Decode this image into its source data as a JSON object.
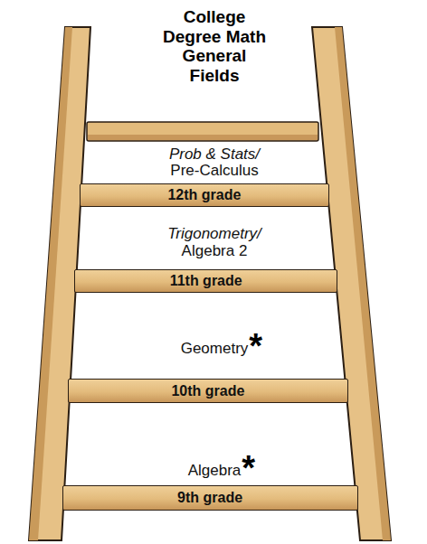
{
  "diagram": {
    "title": "College Degree Math General Fields",
    "nodes": [
      {
        "text": [
          "12th grade"
        ]
      },
      {
        "text": [
          "11th grade"
        ]
      },
      {
        "text": [
          "10th grade"
        ]
      },
      {
        "text": [
          "9th grade"
        ]
      }
    ],
    "labels": [
      "Prob & Stats/",
      "Pre-Calculus",
      "Trigonometry/",
      "Algebra 2",
      "Geometry",
      "*",
      "Algebra",
      "*"
    ]
  }
}
